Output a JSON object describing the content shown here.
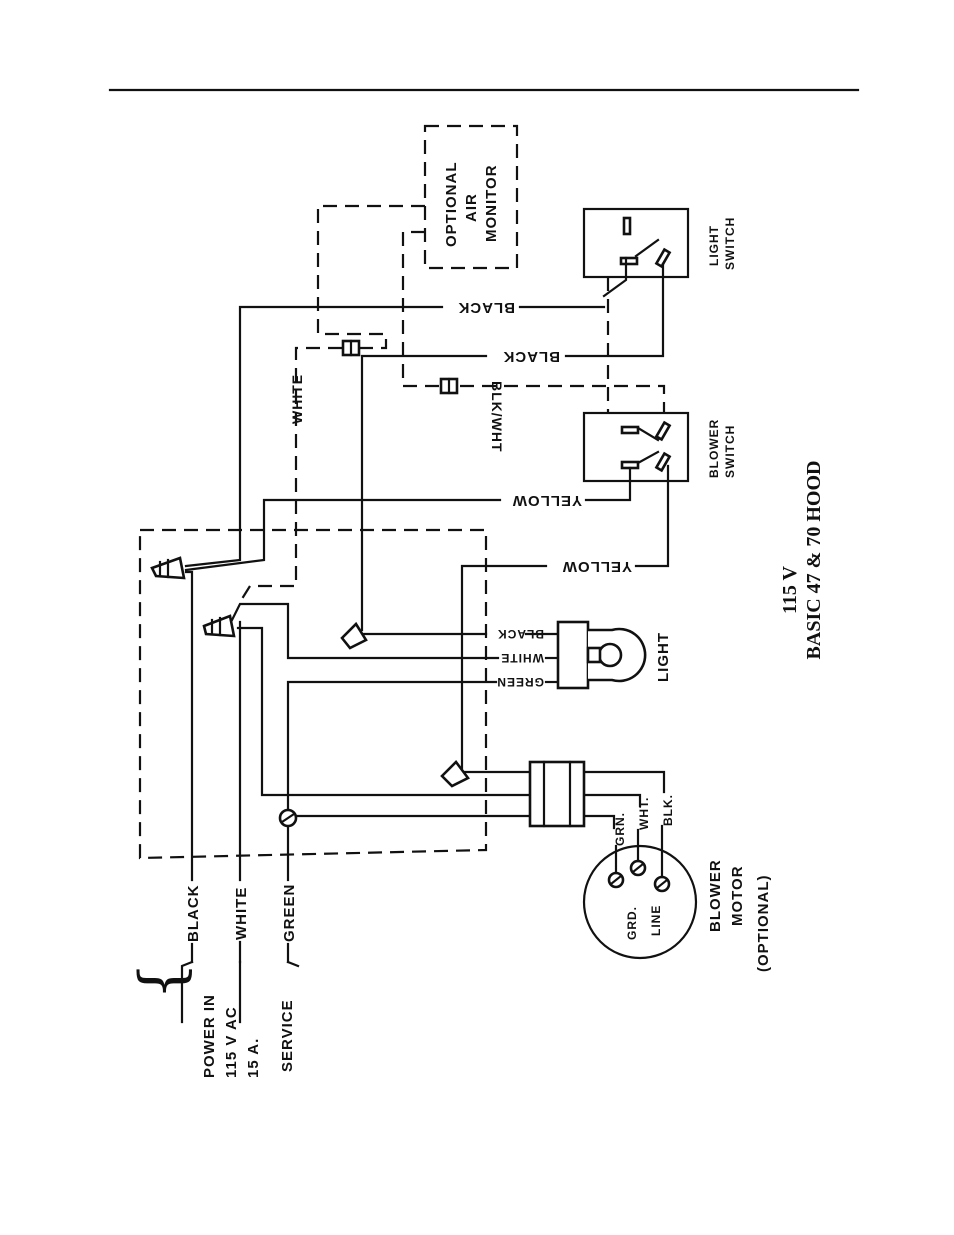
{
  "labels": {
    "optional_air_monitor": [
      "OPTIONAL",
      "AIR",
      "MONITOR"
    ],
    "light_switch": [
      "LIGHT",
      "SWITCH"
    ],
    "blower_switch": [
      "BLOWER",
      "SWITCH"
    ],
    "light": "LIGHT",
    "blower_motor": [
      "BLOWER",
      "MOTOR",
      "(OPTIONAL)"
    ],
    "power_in": [
      "POWER IN",
      "115 V  AC",
      "15 A.",
      "SERVICE"
    ],
    "motor_terminals": [
      "GRD.",
      "LINE"
    ],
    "motor_leads": [
      "GRN.",
      "WHT.",
      "BLK."
    ]
  },
  "wires": {
    "black_top": "BLACK",
    "black_mid": "BLACK",
    "blk_wht": "BLK/WHT",
    "white": "WHITE",
    "yellow_1": "YELLOW",
    "yellow_2": "YELLOW",
    "light_black": "BLACK",
    "light_white": "WHITE",
    "light_green": "GREEN",
    "in_black": "BLACK",
    "in_white": "WHITE",
    "in_green": "GREEN"
  },
  "caption": {
    "line1": "115 V",
    "line2": "BASIC 47 & 70 HOOD"
  }
}
